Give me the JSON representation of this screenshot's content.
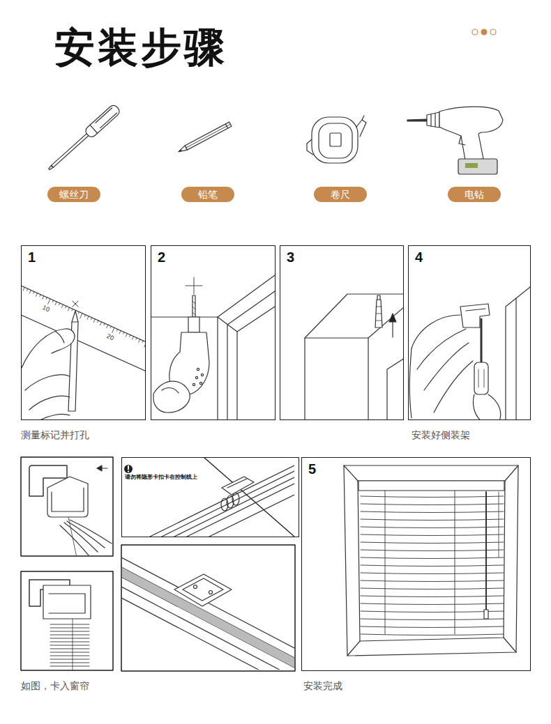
{
  "diagram": {
    "title": "安装步骤",
    "nodes": [
      {
        "text": [
          "螺丝刀"
        ]
      },
      {
        "text": [
          "铅笔"
        ]
      },
      {
        "text": [
          "卷尺"
        ]
      },
      {
        "text": [
          "电钻"
        ]
      },
      {
        "text": [
          "1"
        ]
      },
      {
        "text": [
          "2"
        ]
      },
      {
        "text": [
          "3"
        ]
      },
      {
        "text": [
          "4"
        ]
      },
      {
        "text": [
          "请勿将隐形卡扣卡在控制线上"
        ]
      },
      {
        "text": [
          "5"
        ]
      }
    ],
    "labels": [
      "测量标记并打孔",
      "安装好侧装架",
      "如图，卡入窗帘",
      "安装完成",
      "10",
      "20"
    ]
  }
}
